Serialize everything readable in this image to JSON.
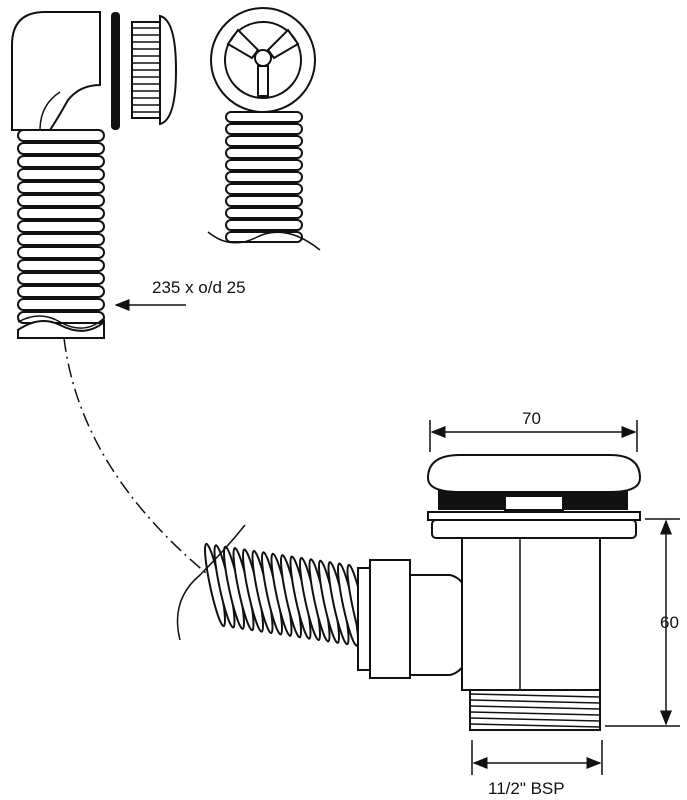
{
  "labels": {
    "hose_dimension": "235 x o/d 25",
    "cap_width": "70",
    "height": "60",
    "thread_size": "11/2\" BSP"
  },
  "colors": {
    "line": "#111111",
    "background": "#ffffff"
  }
}
